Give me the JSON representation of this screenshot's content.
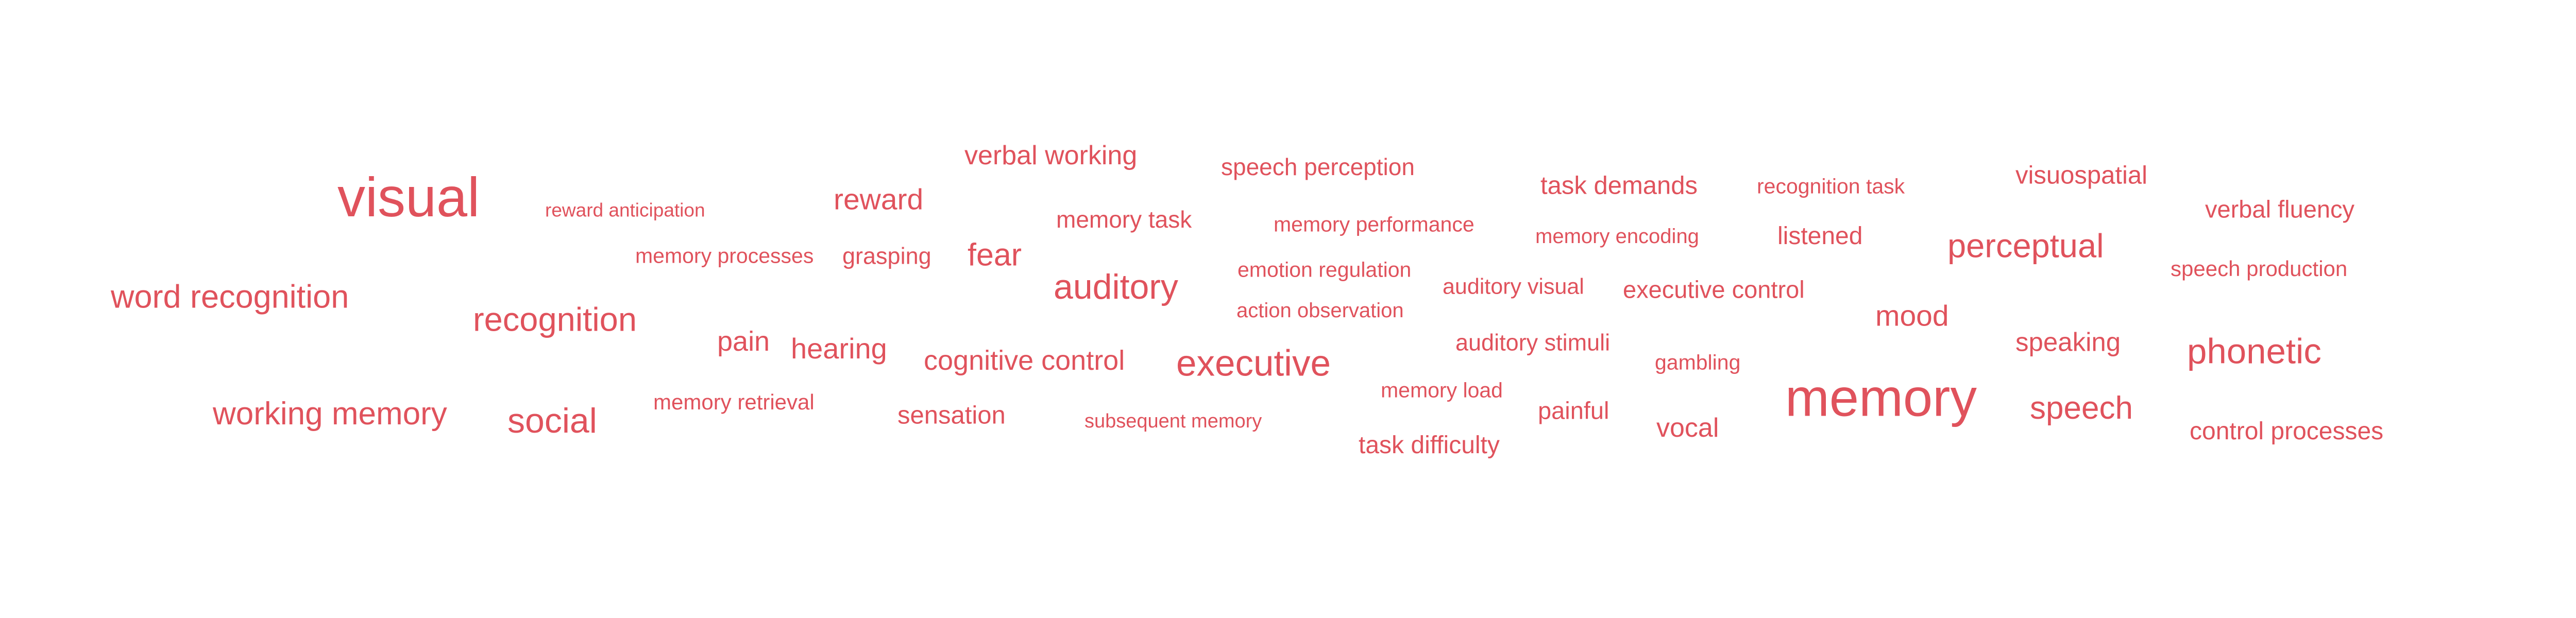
{
  "accent_color": "#e0525c",
  "words": [
    {
      "text": "visual",
      "weight": 1.0
    },
    {
      "text": "memory",
      "weight": 0.95
    },
    {
      "text": "executive",
      "weight": 0.66
    },
    {
      "text": "phonetic",
      "weight": 0.64
    },
    {
      "text": "auditory",
      "weight": 0.63
    },
    {
      "text": "social",
      "weight": 0.63
    },
    {
      "text": "recognition",
      "weight": 0.6
    },
    {
      "text": "perceptual",
      "weight": 0.6
    },
    {
      "text": "word recognition",
      "weight": 0.58
    },
    {
      "text": "working memory",
      "weight": 0.57
    },
    {
      "text": "speech",
      "weight": 0.57
    },
    {
      "text": "fear",
      "weight": 0.56
    },
    {
      "text": "reward",
      "weight": 0.53
    },
    {
      "text": "mood",
      "weight": 0.53
    },
    {
      "text": "hearing",
      "weight": 0.52
    },
    {
      "text": "cognitive control",
      "weight": 0.5
    },
    {
      "text": "pain",
      "weight": 0.5
    },
    {
      "text": "verbal working",
      "weight": 0.48
    },
    {
      "text": "vocal",
      "weight": 0.48
    },
    {
      "text": "speaking",
      "weight": 0.47
    },
    {
      "text": "task demands",
      "weight": 0.45
    },
    {
      "text": "visuospatial",
      "weight": 0.45
    },
    {
      "text": "sensation",
      "weight": 0.45
    },
    {
      "text": "task difficulty",
      "weight": 0.44
    },
    {
      "text": "control processes",
      "weight": 0.44
    },
    {
      "text": "listened",
      "weight": 0.44
    },
    {
      "text": "verbal fluency",
      "weight": 0.43
    },
    {
      "text": "painful",
      "weight": 0.43
    },
    {
      "text": "executive control",
      "weight": 0.43
    },
    {
      "text": "speech perception",
      "weight": 0.42
    },
    {
      "text": "memory task",
      "weight": 0.42
    },
    {
      "text": "grasping",
      "weight": 0.41
    },
    {
      "text": "auditory stimuli",
      "weight": 0.41
    },
    {
      "text": "auditory visual",
      "weight": 0.4
    },
    {
      "text": "speech production",
      "weight": 0.39
    },
    {
      "text": "memory retrieval",
      "weight": 0.39
    },
    {
      "text": "recognition task",
      "weight": 0.38
    },
    {
      "text": "memory performance",
      "weight": 0.38
    },
    {
      "text": "emotion regulation",
      "weight": 0.38
    },
    {
      "text": "memory processes",
      "weight": 0.38
    },
    {
      "text": "gambling",
      "weight": 0.38
    },
    {
      "text": "memory load",
      "weight": 0.38
    },
    {
      "text": "memory encoding",
      "weight": 0.37
    },
    {
      "text": "action observation",
      "weight": 0.37
    },
    {
      "text": "subsequent memory",
      "weight": 0.35
    },
    {
      "text": "reward anticipation",
      "weight": 0.34
    }
  ]
}
